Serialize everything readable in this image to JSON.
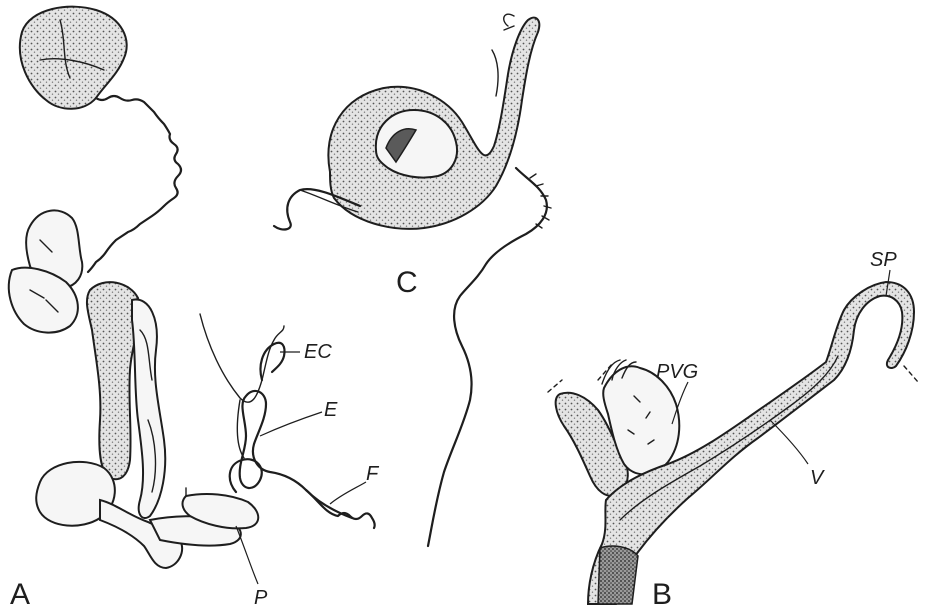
{
  "panels": {
    "a": "A",
    "b": "B",
    "c": "C"
  },
  "labels": {
    "ec": "EC",
    "e": "E",
    "f": "F",
    "p": "P",
    "pvg": "PVG",
    "v": "V",
    "sp": "SP"
  }
}
